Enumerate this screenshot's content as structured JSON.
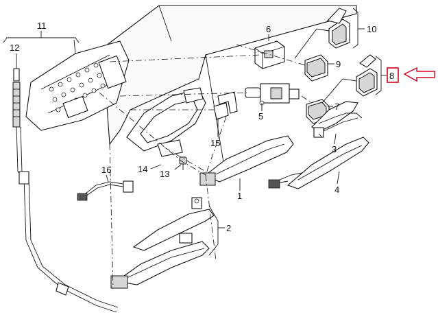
{
  "callouts": [
    {
      "id": "c1",
      "text": "1"
    },
    {
      "id": "c2",
      "text": "2"
    },
    {
      "id": "c3",
      "text": "3"
    },
    {
      "id": "c4",
      "text": "4"
    },
    {
      "id": "c5",
      "text": "5"
    },
    {
      "id": "c6",
      "text": "6"
    },
    {
      "id": "c7",
      "text": "7"
    },
    {
      "id": "c8",
      "text": "8"
    },
    {
      "id": "c9",
      "text": "9"
    },
    {
      "id": "c10",
      "text": "10"
    },
    {
      "id": "c11",
      "text": "11"
    },
    {
      "id": "c12",
      "text": "12"
    },
    {
      "id": "c13",
      "text": "13"
    },
    {
      "id": "c14",
      "text": "14"
    },
    {
      "id": "c15",
      "text": "15"
    },
    {
      "id": "c16",
      "text": "16"
    }
  ],
  "highlight": {
    "part": "8",
    "color": "#d0021b"
  },
  "line_color": "#111111"
}
